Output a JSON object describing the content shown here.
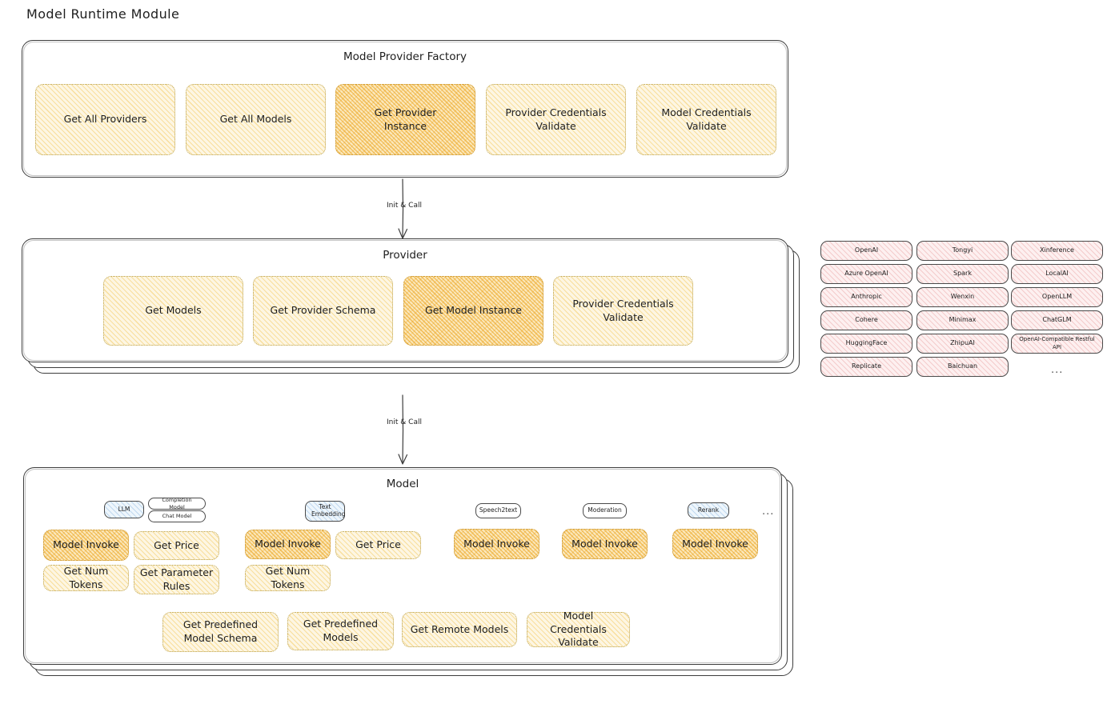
{
  "title": "Model Runtime Module",
  "colors": {
    "stroke": "#3d3d3d",
    "yellow_fill": "#fdf6e3",
    "orange_fill": "#fbe9bf",
    "pink_fill": "#fdf0f0",
    "blue_fill": "#eef6fc",
    "background": "#ffffff"
  },
  "factory": {
    "title": "Model Provider Factory",
    "nodes": [
      {
        "label": "Get All Providers",
        "style": "yellow"
      },
      {
        "label": "Get All Models",
        "style": "yellow"
      },
      {
        "label": "Get Provider Instance",
        "style": "orange"
      },
      {
        "label": "Provider Credentials Validate",
        "style": "yellow"
      },
      {
        "label": "Model Credentials Validate",
        "style": "yellow"
      }
    ]
  },
  "connector_1": {
    "label": "Init & Call"
  },
  "provider": {
    "title": "Provider",
    "stack_layers": 2,
    "nodes": [
      {
        "label": "Get Models",
        "style": "yellow"
      },
      {
        "label": "Get Provider Schema",
        "style": "yellow"
      },
      {
        "label": "Get Model Instance",
        "style": "orange"
      },
      {
        "label": "Provider Credentials Validate",
        "style": "yellow"
      }
    ]
  },
  "connector_2": {
    "label": "Init & Call"
  },
  "provider_list": {
    "ellipsis": "...",
    "columns": [
      {
        "items": [
          "OpenAI",
          "Azure OpenAI",
          "Anthropic",
          "Cohere",
          "HuggingFace",
          "Replicate"
        ]
      },
      {
        "items": [
          "Tongyi",
          "Spark",
          "Wenxin",
          "Minimax",
          "ZhipuAI",
          "Baichuan"
        ]
      },
      {
        "items": [
          "Xinference",
          "LocalAI",
          "OpenLLM",
          "ChatGLM",
          "OpenAI-Compatible Restful API"
        ]
      }
    ]
  },
  "model": {
    "title": "Model",
    "stack_layers": 2,
    "ellipsis": "...",
    "types": [
      {
        "badge": "LLM",
        "badge_style": "blue",
        "sub_badges": [
          "Completion Model",
          "Chat Model"
        ],
        "methods": [
          {
            "label": "Model Invoke",
            "style": "orange"
          },
          {
            "label": "Get Price",
            "style": "yellow"
          },
          {
            "label": "Get Num Tokens",
            "style": "yellow"
          },
          {
            "label": "Get Parameter Rules",
            "style": "yellow"
          }
        ]
      },
      {
        "badge": "Text Embedding",
        "badge_style": "blue",
        "sub_badges": [],
        "methods": [
          {
            "label": "Model Invoke",
            "style": "orange"
          },
          {
            "label": "Get Price",
            "style": "yellow"
          },
          {
            "label": "Get Num Tokens",
            "style": "yellow"
          }
        ]
      },
      {
        "badge": "Speech2text",
        "badge_style": "white",
        "sub_badges": [],
        "methods": [
          {
            "label": "Model Invoke",
            "style": "orange"
          }
        ]
      },
      {
        "badge": "Moderation",
        "badge_style": "white",
        "sub_badges": [],
        "methods": [
          {
            "label": "Model Invoke",
            "style": "orange"
          }
        ]
      },
      {
        "badge": "Rerank",
        "badge_style": "blue",
        "sub_badges": [],
        "methods": [
          {
            "label": "Model Invoke",
            "style": "orange"
          }
        ]
      }
    ],
    "shared_methods": [
      {
        "label": "Get Predefined Model Schema",
        "style": "yellow"
      },
      {
        "label": "Get Predefined Models",
        "style": "yellow"
      },
      {
        "label": "Get Remote Models",
        "style": "yellow"
      },
      {
        "label": "Model Credentials Validate",
        "style": "yellow"
      }
    ]
  }
}
